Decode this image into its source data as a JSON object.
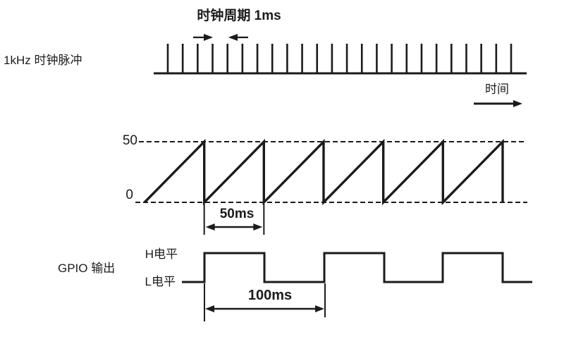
{
  "colors": {
    "ink": "#1b1b1b",
    "background": "#ffffff"
  },
  "diagram": {
    "clock": {
      "row_label": "1kHz 时钟脉冲",
      "period_annotation": "时钟周期 1ms",
      "time_axis_label": "时间",
      "pulse_count": 24
    },
    "counter": {
      "max_tick_label": "50",
      "min_tick_label": "0",
      "period_annotation": "50ms",
      "teeth_count": 6
    },
    "gpio": {
      "row_label": "GPIO 输出",
      "high_level_label": "H电平",
      "low_level_label": "L电平",
      "period_annotation": "100ms",
      "high_pulse_count": 3
    }
  }
}
